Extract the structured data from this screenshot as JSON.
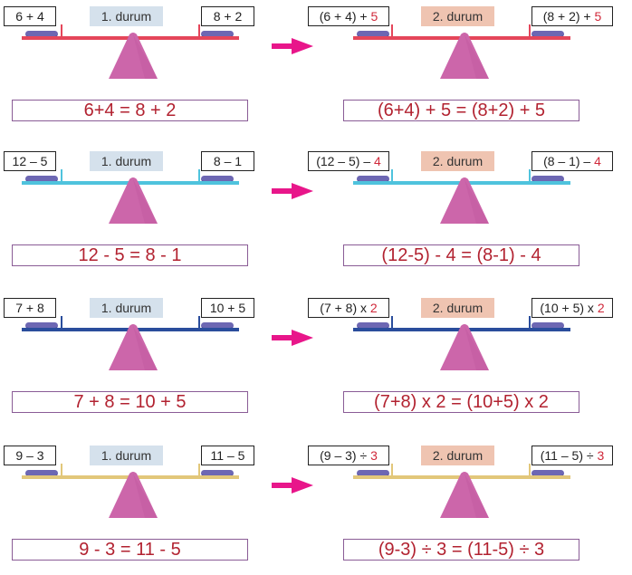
{
  "colors": {
    "arrow": "#e8168a",
    "fulcrum": "#cc66aa",
    "pad": "#6d67b3",
    "equation_text": "#b22230",
    "equation_border": "#8a5c96",
    "added_term": "#d0283a",
    "durum1_bg": "#d5e1ec",
    "durum2_bg": "#efc4b1"
  },
  "rows": [
    {
      "beam_color": "#e5465a",
      "left": {
        "title": "1. durum",
        "left_pan": "6 + 4",
        "right_pan": "8 + 2",
        "equation": "6+4 = 8 + 2"
      },
      "right": {
        "title": "2. durum",
        "left_pan": "(6 + 4) + ",
        "left_pan_added": "5",
        "right_pan": "(8 + 2) + ",
        "right_pan_added": "5",
        "equation": "(6+4) + 5 = (8+2) + 5"
      }
    },
    {
      "beam_color": "#4fc3dd",
      "left": {
        "title": "1. durum",
        "left_pan": "12 – 5",
        "right_pan": "8 – 1",
        "equation": "12 - 5 = 8 - 1"
      },
      "right": {
        "title": "2. durum",
        "left_pan": "(12 – 5) – ",
        "left_pan_added": "4",
        "right_pan": "(8 – 1) – ",
        "right_pan_added": "4",
        "equation": "(12-5) - 4 = (8-1) - 4"
      }
    },
    {
      "beam_color": "#2a4d9c",
      "left": {
        "title": "1. durum",
        "left_pan": "7 + 8",
        "right_pan": "10 + 5",
        "equation": "7 + 8 = 10 + 5"
      },
      "right": {
        "title": "2. durum",
        "left_pan": "(7 + 8) x ",
        "left_pan_added": "2",
        "right_pan": "(10 + 5) x ",
        "right_pan_added": "2",
        "equation": "(7+8) x 2 = (10+5) x 2"
      }
    },
    {
      "beam_color": "#e2c77a",
      "left": {
        "title": "1. durum",
        "left_pan": "9 – 3",
        "right_pan": "11 – 5",
        "equation": "9 - 3 = 11 - 5"
      },
      "right": {
        "title": "2. durum",
        "left_pan": "(9 – 3) ÷ ",
        "left_pan_added": "3",
        "right_pan": "(11 – 5) ÷ ",
        "right_pan_added": "3",
        "equation": "(9-3) ÷ 3 = (11-5) ÷ 3"
      }
    }
  ],
  "icons": {
    "arrow": "right-arrow",
    "fulcrum": "triangle-fulcrum"
  }
}
